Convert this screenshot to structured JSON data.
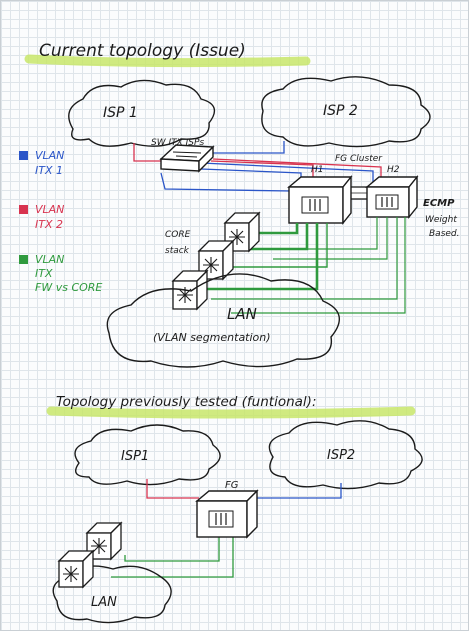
{
  "titles": {
    "top": "Current topology (Issue)",
    "bottom": "Topology previously tested (funtional):"
  },
  "top": {
    "isp1": "ISP 1",
    "isp2": "ISP 2",
    "switch_label": "SW ITX ISPs",
    "fg_cluster": "FG Cluster",
    "h1": "H1",
    "h2": "H2",
    "ecmp": "ECMP",
    "ecmp_note_1": "Weight",
    "ecmp_note_2": "Based.",
    "core_1": "CORE",
    "core_2": "stack",
    "lan": "LAN",
    "lan_note": "(VLAN segmentation)"
  },
  "legend": [
    {
      "line1": "VLAN",
      "line2": "ITX 1",
      "line3": "",
      "color": "#2a55c8"
    },
    {
      "line1": "VLAN",
      "line2": "ITX 2",
      "line3": "",
      "color": "#d8334f"
    },
    {
      "line1": "VLAN",
      "line2": "ITX",
      "line3": "FW vs CORE",
      "color": "#2f9a3e"
    }
  ],
  "bottom": {
    "isp1": "ISP1",
    "isp2": "ISP2",
    "fg": "FG",
    "lan": "LAN"
  },
  "colors": {
    "itx1": "#2a55c8",
    "itx2": "#d8334f",
    "itx_core": "#2f9a3e",
    "highlight": "#c8e66a",
    "ink": "#1b1b1b"
  }
}
